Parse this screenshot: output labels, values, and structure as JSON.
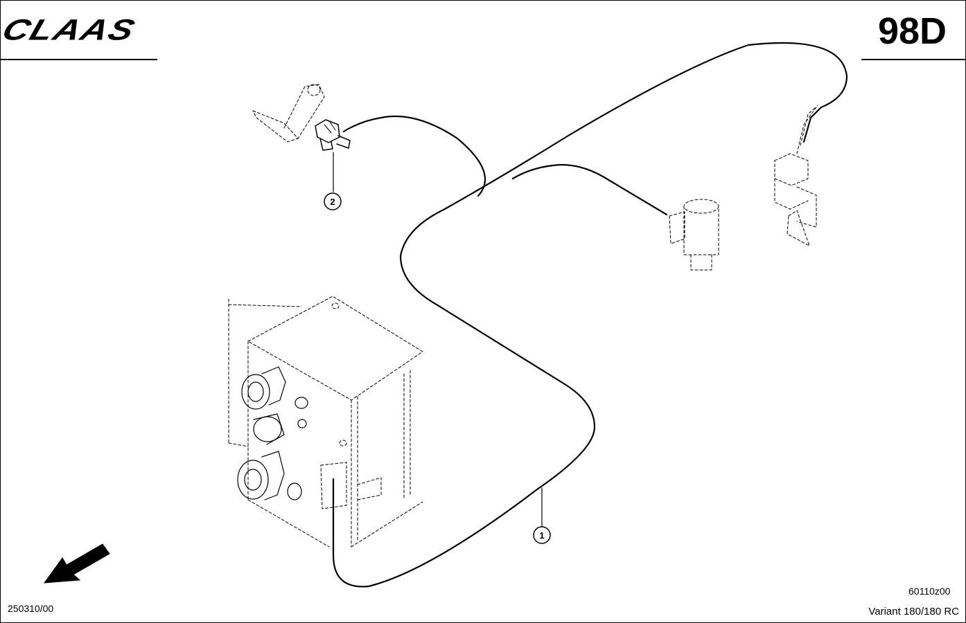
{
  "header": {
    "brand": "CLAAS",
    "page_id": "98D"
  },
  "footer": {
    "drawing_number": "60110z00",
    "date_code": "250310/00",
    "model": "Variant 180/180 RC"
  },
  "callouts": [
    {
      "id": "callout-1",
      "label": "1",
      "part": "wiring harness"
    },
    {
      "id": "callout-2",
      "label": "2",
      "part": "sensor"
    }
  ],
  "icons": {
    "direction": "direction-arrow-icon"
  },
  "colors": {
    "ink": "#000000",
    "background": "#ffffff"
  }
}
